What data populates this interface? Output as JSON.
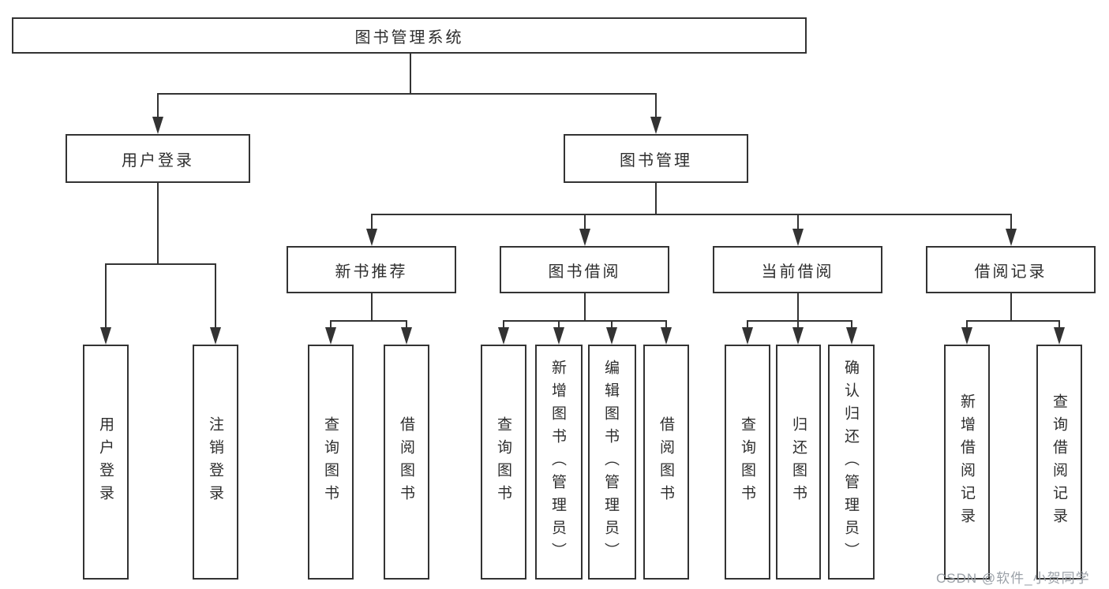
{
  "colors": {
    "line": "#333333",
    "text": "#2e2e2e",
    "box-bg": "#ffffff",
    "watermark": "#9ba1a8"
  },
  "diagram": {
    "root": {
      "label": "图书管理系统"
    },
    "level2": [
      {
        "label": "用户登录"
      },
      {
        "label": "图书管理"
      }
    ],
    "level3": [
      {
        "label": "新书推荐"
      },
      {
        "label": "图书借阅"
      },
      {
        "label": "当前借阅"
      },
      {
        "label": "借阅记录"
      }
    ],
    "leaves": {
      "user_login": [
        "用户登录",
        "注销登录"
      ],
      "new_book_recommend": [
        "查询图书",
        "借阅图书"
      ],
      "book_borrowing": [
        "查询图书",
        "新增图书（管理员）",
        "编辑图书（管理员）",
        "借阅图书"
      ],
      "current_borrowing": [
        "查询图书",
        "归还图书",
        "确认归还（管理员）"
      ],
      "borrowing_records": [
        "新增借阅记录",
        "查询借阅记录"
      ]
    }
  },
  "watermark": {
    "text": "CSDN @软件_小贺同学"
  }
}
